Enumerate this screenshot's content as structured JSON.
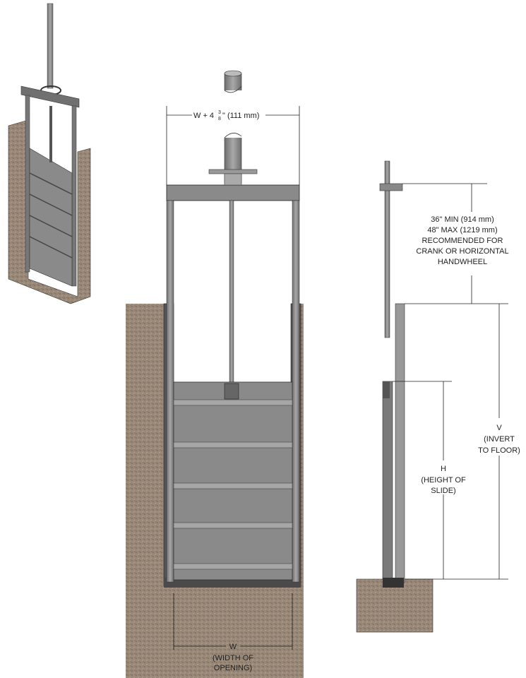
{
  "front_view": {
    "top_dimension": {
      "prefix": "W + 4",
      "frac_num": "3",
      "frac_den": "8",
      "suffix": "\" (111 mm)"
    },
    "bottom_dimension": {
      "label": "W",
      "line1": "(WIDTH OF",
      "line2": "OPENING)"
    }
  },
  "side_view": {
    "yoke_note": [
      "36\" MIN (914 mm)",
      "48\" MAX (1219 mm)",
      "RECOMMENDED FOR",
      "CRANK OR HORIZONTAL",
      "HANDWHEEL"
    ],
    "height_dimension": {
      "label": "H",
      "line1": "(HEIGHT OF",
      "line2": "SLIDE)"
    },
    "invert_dimension": {
      "label": "V",
      "line1": "(INVERT",
      "line2": "TO FLOOR)"
    }
  },
  "colors": {
    "concrete": "#9a8978",
    "steel": "#8c8c8c",
    "steel_dark": "#5a5a5a",
    "line": "#222222"
  }
}
